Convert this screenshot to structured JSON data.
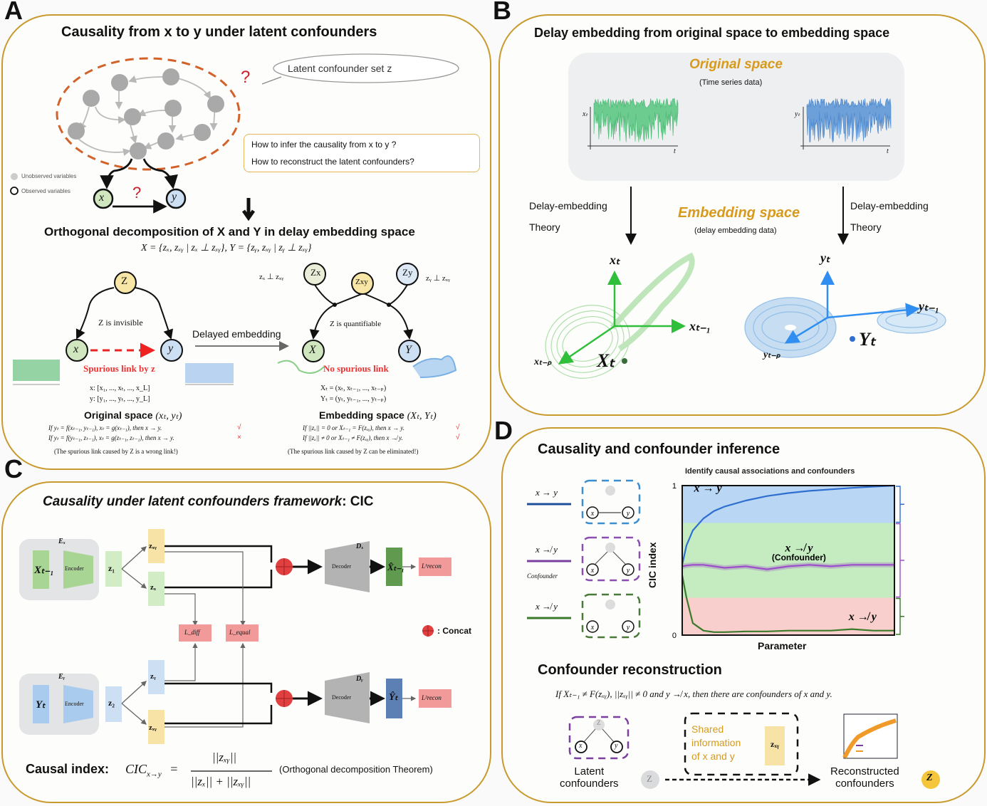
{
  "panels": {
    "A": {
      "letter": "A",
      "title": "Causality from x to y under latent confounders",
      "bubble": "Latent confounder set z",
      "question_mark": "?",
      "questions": [
        "How to infer the causality from x to y ?",
        "How to reconstruct the latent confounders?"
      ],
      "legend": {
        "unobserved": "Unobserved variables",
        "observed": "Observed variables"
      },
      "node_x": "x",
      "node_y": "y",
      "subtitle": "Orthogonal decomposition of X and Y in delay embedding space",
      "equation": "X = {zₓ, zₓᵧ | zₓ ⊥ zₓᵧ}, Y = {zᵧ, zₓᵧ | zᵧ ⊥ zₓᵧ}",
      "left_graph": {
        "z": "Z",
        "x": "x",
        "y": "y",
        "invisible": "Z is invisible",
        "spurious": "Spurious link by z",
        "series_x": "x: [x₁, ..., xₜ, ..., x_L]",
        "series_y": "y: [y₁, ..., yₜ, ..., y_L]",
        "space_label": "Original space",
        "space_vars": "(xₜ, yₜ)",
        "rule1": "If yₜ = f(xₜ₋₁, yₜ₋₁), xₜ = g(xₜ₋₁), then x → y.",
        "rule1_mark": "√",
        "rule2": "If yₜ = f(yₜ₋₁, zₜ₋₁), xₜ = g(zₜ₋₁, zₜ₋₁), then x → y.",
        "rule2_mark": "×",
        "note": "(The spurious link caused by Z is a wrong link!)"
      },
      "delayed_embedding": "Delayed embedding",
      "right_graph": {
        "zx": "Zx",
        "zxy": "Zxy",
        "zy": "Zy",
        "zx_perp": "zₓ ⊥ zₓᵧ",
        "zy_perp": "zᵧ ⊥ zₓᵧ",
        "X": "X",
        "Y": "Y",
        "quantifiable": "Z is quantifiable",
        "no_spurious": "No spurious link",
        "embed_x": "Xₜ = (xₜ, xₜ₋₁, ..., xₜ₋ₚ)",
        "embed_y": "Yₜ = (yₜ, yₜ₋₁, ..., yₜ₋ₚ)",
        "space_label": "Embedding space",
        "space_vars": "(Xₜ, Yₜ)",
        "rule1": "If ||zₓ|| = 0 or Xₜ₋₁ = F(zₓᵧ), then x → y.",
        "rule1_mark": "√",
        "rule2": "If ||zₓ|| ≠ 0 or Xₜ₋₁ ≠ F(zₓᵧ), then x ↛ y.",
        "rule2_mark": "√",
        "note": "(The spurious link caused by Z can be eliminated!)"
      }
    },
    "B": {
      "letter": "B",
      "title": "Delay embedding from original space to embedding space",
      "original_space": "Original space",
      "original_sub": "(Time series data)",
      "xt_label": "xₜ",
      "yt_label": "yₜ",
      "t_label": "t",
      "theory_left": [
        "Delay-embedding",
        "Theory"
      ],
      "theory_right": [
        "Delay-embedding",
        "Theory"
      ],
      "embedding_space": "Embedding space",
      "embedding_sub": "(delay embedding data)",
      "axes_x": {
        "up": "xₜ",
        "right": "xₜ₋₁",
        "down": "xₜ₋ₚ",
        "point": "Xₜ"
      },
      "axes_y": {
        "up": "yₜ",
        "right": "yₜ₋₁",
        "down": "yₜ₋ₚ",
        "point": "Yₜ"
      }
    },
    "C": {
      "letter": "C",
      "title_italic": "Causality under latent confounders framework",
      "title_tail": ": CIC",
      "top": {
        "E": "Eₓ",
        "input": "Xₜ₋₁",
        "encoder": "Encoder",
        "z": "z₁",
        "zxy": "zₓᵧ",
        "zx": "zₓ",
        "D": "Dₓ",
        "decoder": "Decoder",
        "out": "X̂ₜ₋₁",
        "loss": "L¹recon"
      },
      "losses": {
        "diff": "L_diff",
        "equal": "L_equal"
      },
      "concat": ": Concat",
      "bottom": {
        "E": "Eᵧ",
        "input": "Yₜ",
        "encoder": "Encoder",
        "z": "z₂",
        "zy": "zᵧ",
        "zxy": "zₓᵧ",
        "D": "Dᵧ",
        "decoder": "Decoder",
        "out": "Ŷₜ",
        "loss": "L²recon"
      },
      "causal_label": "Causal index:",
      "cic": "CIC",
      "cic_sub": "x→y",
      "numerator": "||zₓᵧ||",
      "denominator": "||zₓ|| + ||zₓᵧ||",
      "theorem": "(Orthogonal decomposition Theorem)"
    },
    "D": {
      "letter": "D",
      "title": "Causality and confounder inference",
      "legend": [
        {
          "label": "x → y",
          "sub": "",
          "color": "#1f4e9c",
          "box_color": "#3b8ed0",
          "edge": "direct"
        },
        {
          "label": "x ↛ y",
          "sub": "Confounder",
          "color": "#7b3fa0",
          "box_color": "#8a4fb0",
          "edge": "confounder"
        },
        {
          "label": "x ↛ y",
          "sub": "",
          "color": "#3b7a2a",
          "box_color": "#4a7a3a",
          "edge": "none"
        }
      ],
      "mini_nodes": {
        "z": "Z",
        "x": "x",
        "y": "y"
      },
      "reconstruction_title": "Confounder reconstruction",
      "rule": "If Xₜ₋₁ ≠ F(zₓᵧ), ||zₓᵧ|| ≠ 0 and y ↛ x, then there are confounders of x and y.",
      "shared": [
        "Shared",
        "information",
        "of x and y"
      ],
      "zxy": "zₓᵧ",
      "latent": [
        "Latent",
        "confounders"
      ],
      "reconstructed": [
        "Reconstructed",
        "confounders"
      ],
      "z_symbol": "Z"
    }
  },
  "chart_data": {
    "type": "line",
    "title": "Identify causal associations and confounders",
    "xlabel": "Parameter",
    "ylabel": "CIC index",
    "ylim": [
      0,
      1
    ],
    "yticks": [
      "0",
      "1"
    ],
    "regions": [
      {
        "name": "x → y",
        "sub": "",
        "from": 0.75,
        "to": 1.0,
        "color": "#b9d6f5"
      },
      {
        "name": "x ↛ y",
        "sub": "(Confounder)",
        "from": 0.25,
        "to": 0.75,
        "color": "#c4ecc0"
      },
      {
        "name": "x ↛ y",
        "sub": "",
        "from": 0.0,
        "to": 0.25,
        "color": "#f8cfcc"
      }
    ],
    "x": [
      0,
      0.02,
      0.05,
      0.1,
      0.15,
      0.2,
      0.3,
      0.4,
      0.5,
      0.6,
      0.7,
      0.8,
      0.9,
      1.0
    ],
    "series": [
      {
        "name": "x → y",
        "color": "#2f6fd0",
        "values": [
          0.47,
          0.6,
          0.7,
          0.78,
          0.83,
          0.86,
          0.9,
          0.93,
          0.95,
          0.965,
          0.975,
          0.985,
          0.993,
          1.0
        ]
      },
      {
        "name": "x ↛ y (Confounder)",
        "color": "#9b4fc8",
        "values": [
          0.46,
          0.465,
          0.47,
          0.47,
          0.46,
          0.45,
          0.46,
          0.44,
          0.46,
          0.47,
          0.46,
          0.47,
          0.47,
          0.47
        ]
      },
      {
        "name": "x ↛ y",
        "color": "#3b7a2a",
        "values": [
          0.4,
          0.25,
          0.08,
          0.03,
          0.02,
          0.02,
          0.025,
          0.025,
          0.03,
          0.03,
          0.03,
          0.04,
          0.03,
          0.03
        ]
      }
    ]
  }
}
